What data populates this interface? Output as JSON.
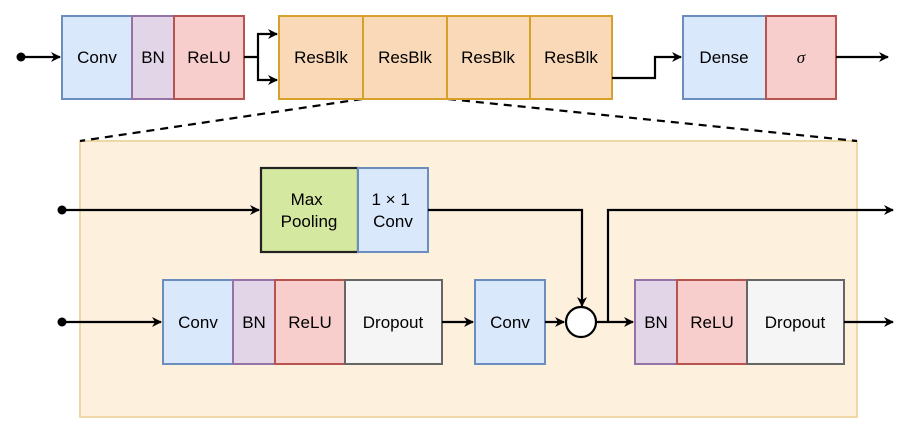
{
  "top_row": {
    "stem": [
      "Conv",
      "BN",
      "ReLU"
    ],
    "res_blocks": [
      "ResBlk",
      "ResBlk",
      "ResBlk",
      "ResBlk"
    ],
    "head": [
      "Dense",
      "σ"
    ]
  },
  "detail": {
    "skip_path": [
      "Max\nPooling",
      "1 × 1\nConv"
    ],
    "main_path_a": [
      "Conv",
      "BN",
      "ReLU",
      "Dropout"
    ],
    "main_path_b": "Conv",
    "post_sum": [
      "BN",
      "ReLU",
      "Dropout"
    ]
  },
  "colors": {
    "conv": "#dae8fc",
    "bn": "#e1d5e7",
    "relu": "#f8cecc",
    "dropout": "#f5f5f5",
    "resblk": "#fad9b9",
    "pooling": "#d5e8a0",
    "panel": "#fdf0dc"
  }
}
